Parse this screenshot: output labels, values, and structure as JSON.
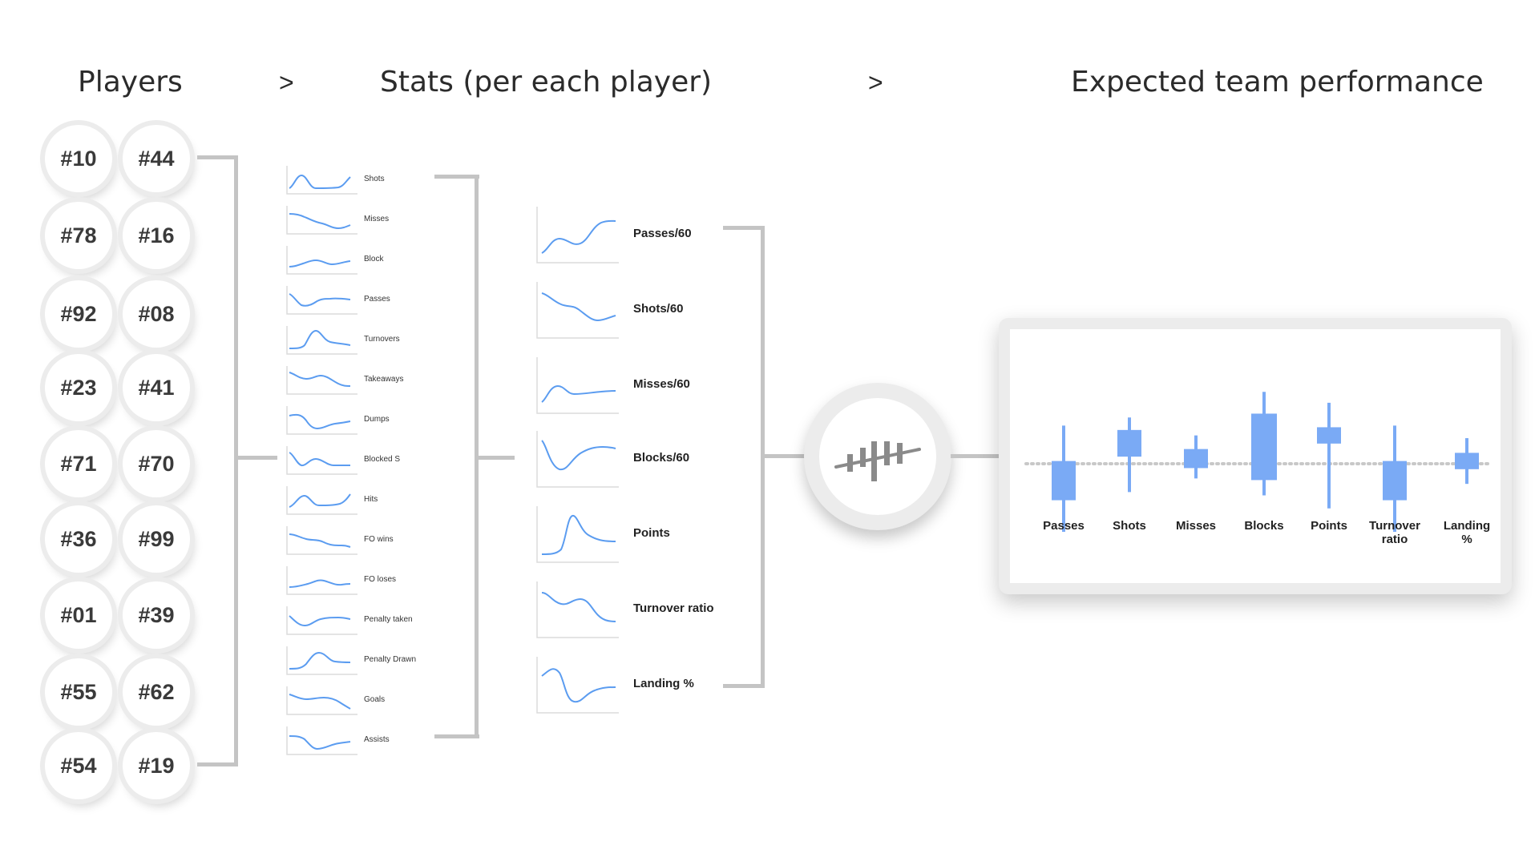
{
  "header": {
    "players_title": "Players",
    "stats_title": "Stats (per each player)",
    "performance_title": "Expected team performance",
    "arrow": ">"
  },
  "players": [
    "#10",
    "#44",
    "#78",
    "#16",
    "#92",
    "#08",
    "#23",
    "#41",
    "#71",
    "#70",
    "#36",
    "#99",
    "#01",
    "#39",
    "#55",
    "#62",
    "#54",
    "#19"
  ],
  "player_stats": [
    "Shots",
    "Misses",
    "Block",
    "Passes",
    "Turnovers",
    "Takeaways",
    "Dumps",
    "Blocked S",
    "Hits",
    "FO wins",
    "FO loses",
    "Penalty taken",
    "Penalty Drawn",
    "Goals",
    "Assists"
  ],
  "rate_stats": [
    "Passes/60",
    "Shots/60",
    "Misses/60",
    "Blocks/60",
    "Points",
    "Turnover ratio",
    "Landing %"
  ],
  "hub": {
    "icon": "candlestick-model-icon"
  },
  "chart_data": {
    "type": "candlestick",
    "categories": [
      "Passes",
      "Shots",
      "Misses",
      "Blocks",
      "Points",
      "Turnover ratio",
      "Landing %"
    ],
    "baseline": 0,
    "low": [
      -1.25,
      -0.52,
      -0.27,
      -0.58,
      -0.82,
      -1.25,
      -0.37
    ],
    "high": [
      0.7,
      0.85,
      0.52,
      1.32,
      1.12,
      0.7,
      0.47
    ],
    "open": [
      0.05,
      0.62,
      0.27,
      0.92,
      0.67,
      0.05,
      0.2
    ],
    "close": [
      -0.67,
      0.13,
      -0.08,
      -0.3,
      0.37,
      -0.67,
      -0.1
    ],
    "ylim": [
      -1.5,
      1.5
    ],
    "color": "#7aaaf5",
    "baseline_style": "dotted"
  },
  "colors": {
    "line": "#5b9cf0",
    "connector": "#c4c4c4"
  }
}
